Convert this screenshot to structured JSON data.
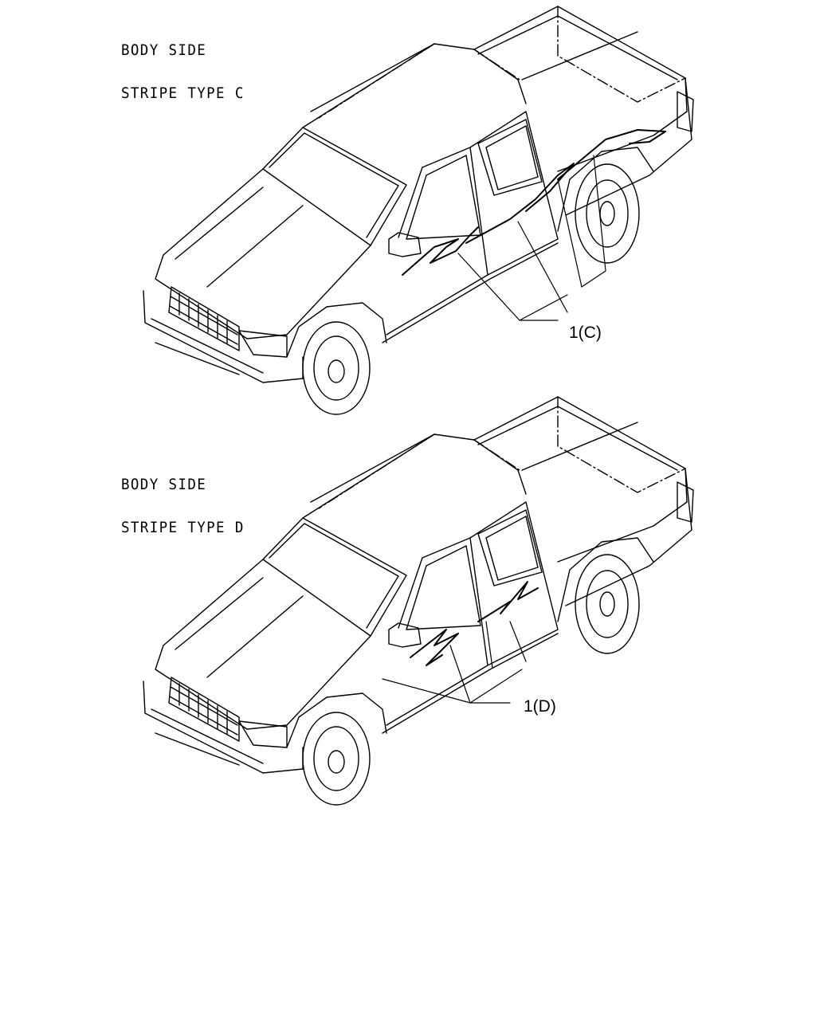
{
  "diagram": {
    "panels": [
      {
        "heading_line1": "BODY SIDE",
        "heading_line2": "STRIPE TYPE C",
        "callout": "1(C)"
      },
      {
        "heading_line1": "BODY SIDE",
        "heading_line2": "STRIPE TYPE D",
        "callout": "1(D)"
      }
    ]
  }
}
